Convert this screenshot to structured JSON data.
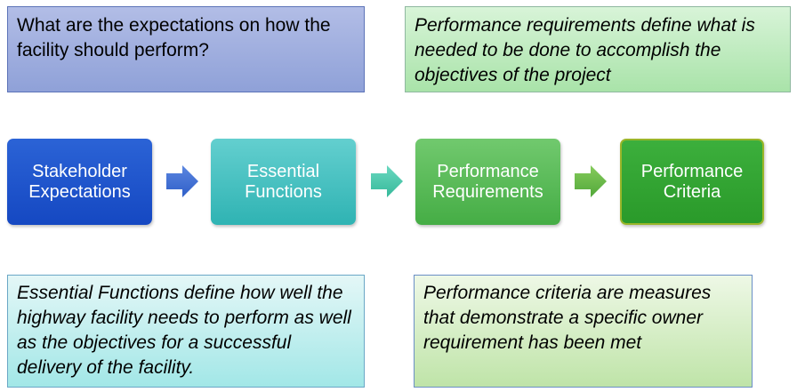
{
  "top_left_note": {
    "text": "What are the expectations on how the facility should perform?"
  },
  "top_right_note": {
    "text": "Performance requirements define what is needed to be done to accomplish the objectives of the project"
  },
  "steps": [
    {
      "label": "Stakeholder Expectations",
      "color": "#1f55cc"
    },
    {
      "label": "Essential Functions",
      "color": "#3dbcbc"
    },
    {
      "label": "Performance Requirements",
      "color": "#55b855"
    },
    {
      "label": "Performance Criteria",
      "color": "#2fa02f"
    }
  ],
  "arrows": [
    {
      "icon": "right-arrow-icon",
      "color": "#3f6fd6"
    },
    {
      "icon": "right-arrow-icon",
      "color": "#46c6a8"
    },
    {
      "icon": "right-arrow-icon",
      "color": "#62b84a"
    }
  ],
  "bottom_left_note": {
    "text": "Essential Functions define how well the highway facility needs to perform as well as the objectives for a successful delivery of the facility."
  },
  "bottom_right_note": {
    "text": "Performance criteria are measures that demonstrate a specific owner requirement has been met"
  }
}
